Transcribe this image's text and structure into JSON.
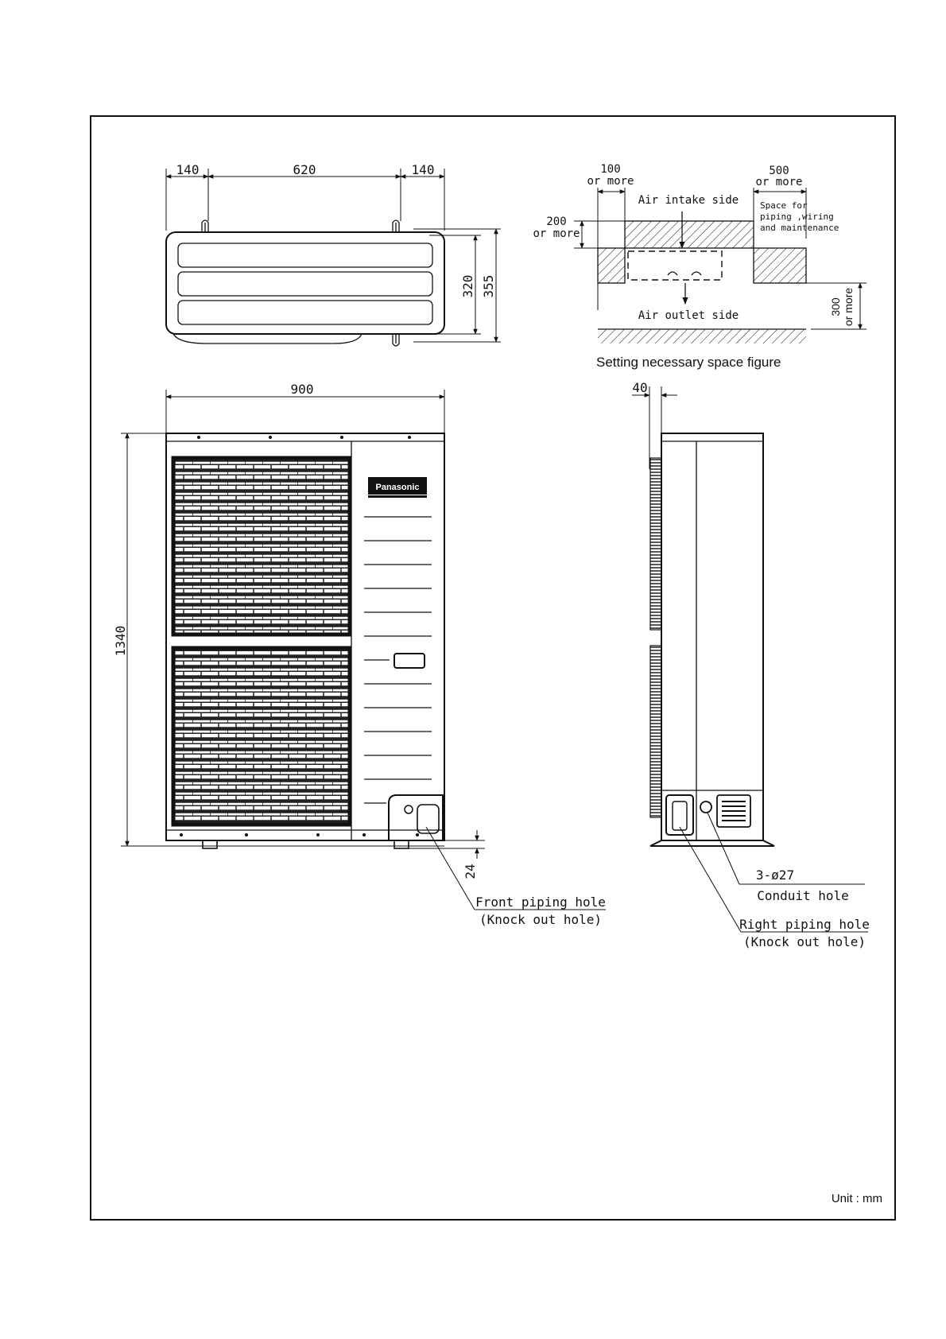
{
  "top_view": {
    "dim_left": "140",
    "dim_middle": "620",
    "dim_right": "140",
    "dim_depth_inner": "320",
    "dim_depth_outer": "355"
  },
  "space_figure": {
    "dim_rear_value": "100",
    "dim_rear_suffix": "or more",
    "dim_right_value": "500",
    "dim_right_suffix": "or more",
    "dim_side_value": "200",
    "dim_side_suffix": "or more",
    "dim_front_value": "300",
    "dim_front_suffix": "or more",
    "air_intake_label": "Air intake side",
    "air_outlet_label": "Air outlet side",
    "service_space_label_1": "Space for",
    "service_space_label_2": "piping ,wiring",
    "service_space_label_3": "and maintenance",
    "caption": "Setting necessary space figure"
  },
  "front_view": {
    "dim_width": "900",
    "dim_height": "1340",
    "dim_foot": "24",
    "brand_logo": "Panasonic",
    "front_piping_label_1": "Front piping hole",
    "front_piping_label_2": "(Knock out hole)"
  },
  "side_view": {
    "dim_offset": "40",
    "conduit_label_1": "3-ø27",
    "conduit_label_2": "Conduit hole",
    "right_piping_label_1": "Right piping hole",
    "right_piping_label_2": "(Knock out hole)"
  },
  "unit_label": "Unit : mm"
}
